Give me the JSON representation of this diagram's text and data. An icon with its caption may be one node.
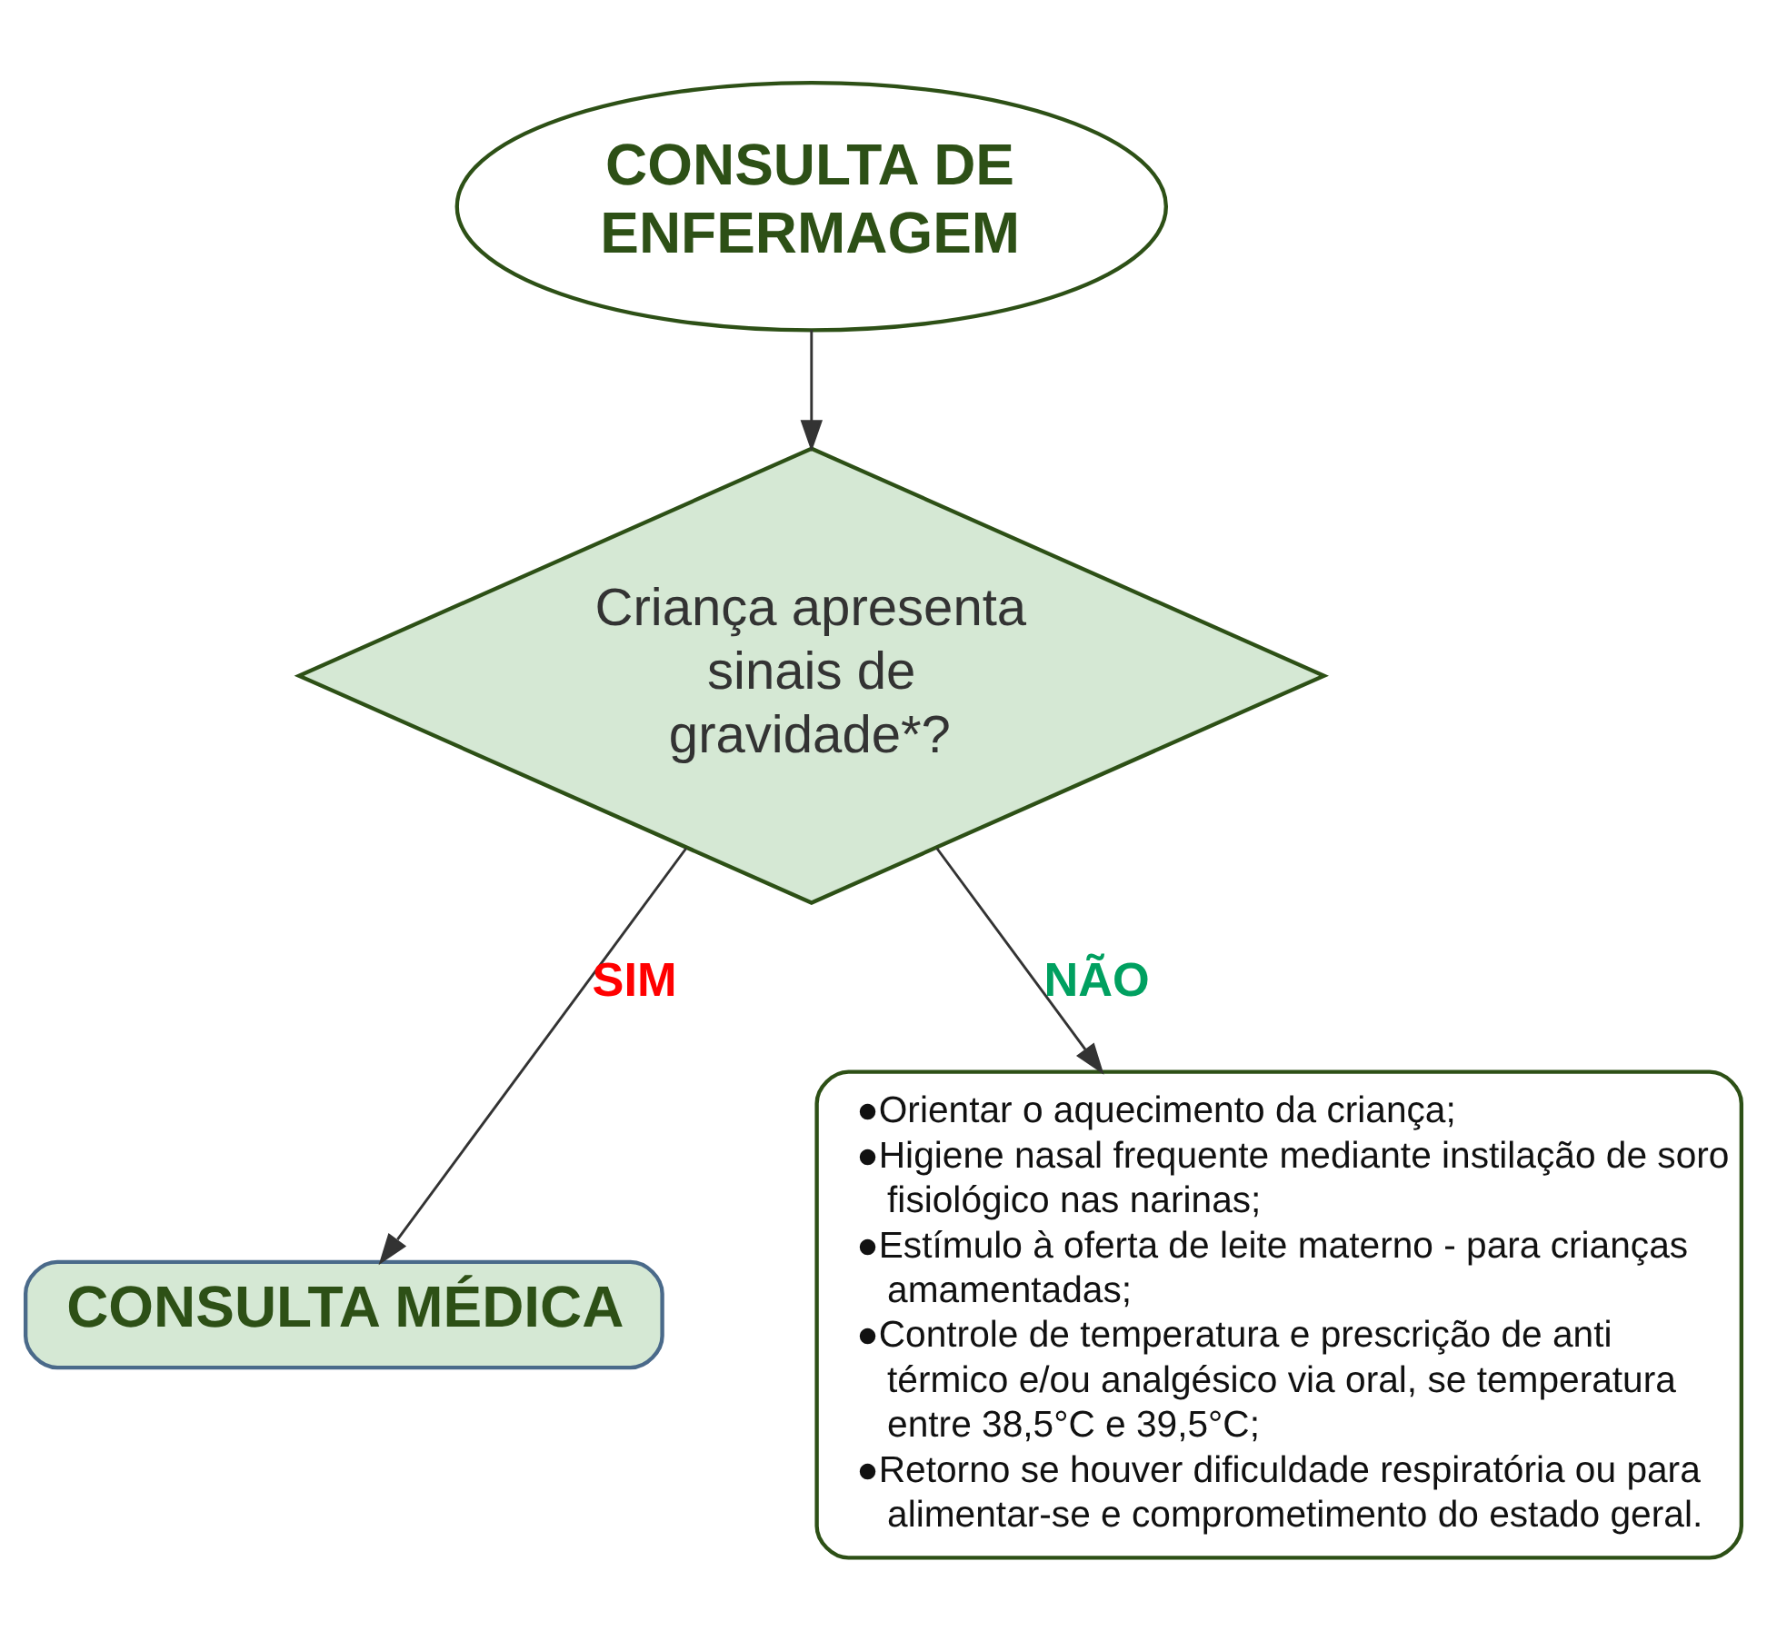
{
  "diagram": {
    "nodes": [
      {
        "text": [
          "CONSULTA DE ENFERMAGEM"
        ]
      },
      {
        "text": [
          "Criança apresenta sinais de gravidade*?"
        ]
      },
      {
        "text": [
          "CONSULTA MÉDICA"
        ]
      },
      {
        "text": [
          "●Orientar o aquecimento da criança;",
          "●Higiene nasal frequente mediante instilação de soro fisiológico nas narinas;",
          "●Estímulo à oferta de leite materno - para crianças amamentadas;",
          "●Controle de temperatura e prescrição de anti térmico e/ou analgésico via oral, se temperatura entre 38,5°C e 39,5°C;",
          "●Retorno se houver dificuldade respiratória ou para alimentar-se e comprometimento do estado geral."
        ]
      }
    ],
    "edges": [
      {
        "from": 0,
        "to": 1,
        "arrow": "to"
      },
      {
        "from": 1,
        "to": 2,
        "arrow": "to",
        "label": "SIM"
      },
      {
        "from": 1,
        "to": 3,
        "arrow": "to",
        "label": "NÃO"
      }
    ]
  }
}
